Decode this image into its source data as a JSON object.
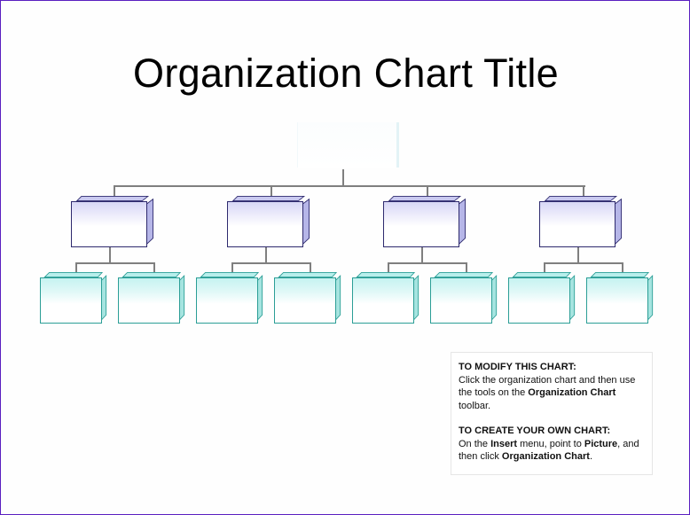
{
  "title": "Organization Chart Title",
  "colors": {
    "frame_border": "#5a1fc0",
    "connector": "#7f7f7f",
    "manager_box_border": "#2e2a6e",
    "manager_box_fill": "#d7d7f6",
    "leaf_box_border": "#2b9e96",
    "leaf_box_fill": "#c6f3f1"
  },
  "chart": {
    "top_box": {
      "label": ""
    },
    "managers": [
      {
        "label": "",
        "children": [
          {
            "label": ""
          },
          {
            "label": ""
          }
        ]
      },
      {
        "label": "",
        "children": [
          {
            "label": ""
          },
          {
            "label": ""
          }
        ]
      },
      {
        "label": "",
        "children": [
          {
            "label": ""
          },
          {
            "label": ""
          }
        ]
      },
      {
        "label": "",
        "children": [
          {
            "label": ""
          },
          {
            "label": ""
          }
        ]
      }
    ]
  },
  "note": {
    "modify_heading": "TO MODIFY  THIS CHART:",
    "modify_text_1": "Click the organization chart and then use the tools on the ",
    "modify_bold_1": "Organization Chart",
    "modify_text_2": " toolbar.",
    "create_heading": "TO CREATE  YOUR  OWN CHART:",
    "create_text_1": "On the ",
    "create_bold_1": "Insert",
    "create_text_2": " menu, point to ",
    "create_bold_2": "Picture",
    "create_text_3": ", and then click ",
    "create_bold_3": "Organization Chart",
    "create_text_4": "."
  }
}
